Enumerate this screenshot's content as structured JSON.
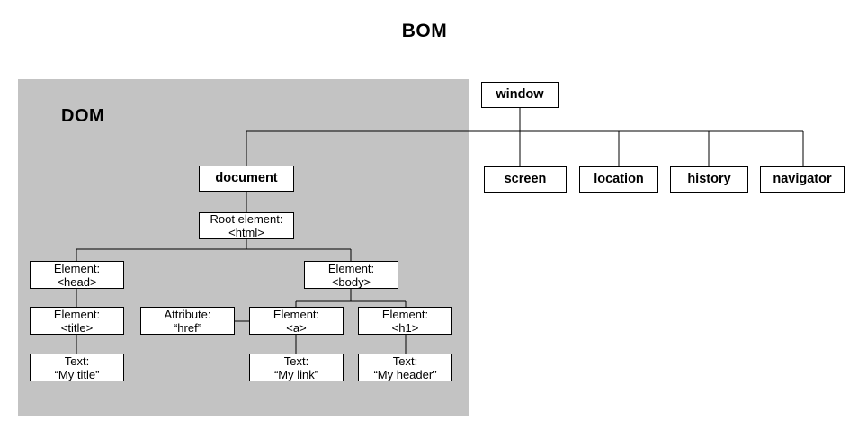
{
  "title": "BOM",
  "dom": {
    "label": "DOM",
    "panel_color": "#c3c3c3",
    "nodes": {
      "document": {
        "line1": "document",
        "line2": ""
      },
      "root": {
        "line1": "Root element:",
        "line2": "<html>"
      },
      "head": {
        "line1": "Element:",
        "line2": "<head>"
      },
      "body": {
        "line1": "Element:",
        "line2": "<body>"
      },
      "title_el": {
        "line1": "Element:",
        "line2": "<title>"
      },
      "attribute": {
        "line1": "Attribute:",
        "line2": "“href”"
      },
      "anchor": {
        "line1": "Element:",
        "line2": "<a>"
      },
      "h1": {
        "line1": "Element:",
        "line2": "<h1>"
      },
      "text_title": {
        "line1": "Text:",
        "line2": "“My title”"
      },
      "text_link": {
        "line1": "Text:",
        "line2": "“My link”"
      },
      "text_header": {
        "line1": "Text:",
        "line2": "“My header”"
      }
    }
  },
  "bom": {
    "root": {
      "label": "window"
    },
    "children": [
      {
        "label": "screen"
      },
      {
        "label": "location"
      },
      {
        "label": "history"
      },
      {
        "label": "navigator"
      }
    ]
  },
  "chart_data": {
    "type": "diagram",
    "title": "BOM",
    "diagram_kind": "tree",
    "groups": [
      {
        "name": "BOM",
        "root": "window",
        "nodes": [
          "window",
          "screen",
          "location",
          "history",
          "navigator"
        ],
        "edges": [
          [
            "window",
            "screen"
          ],
          [
            "window",
            "location"
          ],
          [
            "window",
            "history"
          ],
          [
            "window",
            "navigator"
          ],
          [
            "window",
            "document"
          ]
        ]
      },
      {
        "name": "DOM",
        "root": "document",
        "background": "#c3c3c3",
        "nodes": [
          "document",
          "Root element: <html>",
          "Element: <head>",
          "Element: <body>",
          "Element: <title>",
          "Attribute: “href”",
          "Element: <a>",
          "Element: <h1>",
          "Text: “My title”",
          "Text: “My link”",
          "Text: “My header”"
        ],
        "edges": [
          [
            "document",
            "Root element: <html>"
          ],
          [
            "Root element: <html>",
            "Element: <head>"
          ],
          [
            "Root element: <html>",
            "Element: <body>"
          ],
          [
            "Element: <head>",
            "Element: <title>"
          ],
          [
            "Element: <title>",
            "Text: “My title”"
          ],
          [
            "Element: <body>",
            "Element: <a>"
          ],
          [
            "Element: <body>",
            "Element: <h1>"
          ],
          [
            "Element: <a>",
            "Attribute: “href”"
          ],
          [
            "Element: <a>",
            "Text: “My link”"
          ],
          [
            "Element: <h1>",
            "Text: “My header”"
          ]
        ]
      }
    ]
  }
}
